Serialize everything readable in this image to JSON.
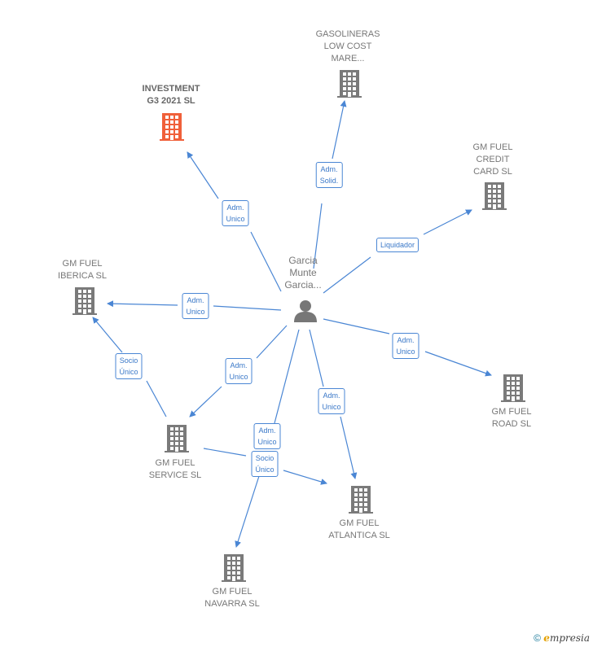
{
  "center": {
    "name": "Garcia\nMunte\nGarcia..."
  },
  "nodes": [
    {
      "id": "investment",
      "label": "INVESTMENT\nG3 2021  SL",
      "highlight": true
    },
    {
      "id": "gasolineras",
      "label": "GASOLINERAS\nLOW COST\nMARE..."
    },
    {
      "id": "credit",
      "label": "GM FUEL\nCREDIT\nCARD  SL"
    },
    {
      "id": "iberica",
      "label": "GM FUEL\nIBERICA SL"
    },
    {
      "id": "road",
      "label": "GM FUEL\nROAD  SL"
    },
    {
      "id": "service",
      "label": "GM FUEL\nSERVICE SL"
    },
    {
      "id": "atlantica",
      "label": "GM FUEL\nATLANTICA  SL"
    },
    {
      "id": "navarra",
      "label": "GM FUEL\nNAVARRA  SL"
    }
  ],
  "edges": [
    {
      "id": "e1",
      "label": "Adm.\nUnico"
    },
    {
      "id": "e2",
      "label": "Adm.\nSolid."
    },
    {
      "id": "e3",
      "label": "Liquidador"
    },
    {
      "id": "e4",
      "label": "Adm.\nUnico"
    },
    {
      "id": "e5",
      "label": "Adm.\nUnico"
    },
    {
      "id": "e6",
      "label": "Adm.\nUnico"
    },
    {
      "id": "e7",
      "label": "Adm.\nUnico"
    },
    {
      "id": "e8",
      "label": "Adm.\nUnico"
    },
    {
      "id": "e9",
      "label": "Socio\nÚnico"
    },
    {
      "id": "e10",
      "label": "Socio\nÚnico"
    }
  ],
  "colors": {
    "edge": "#4a86d4",
    "building": "#7a7a7a",
    "highlight": "#f0603a"
  },
  "footer": {
    "copyright": "©",
    "brand_e": "e",
    "brand_rest": "mpresia"
  }
}
